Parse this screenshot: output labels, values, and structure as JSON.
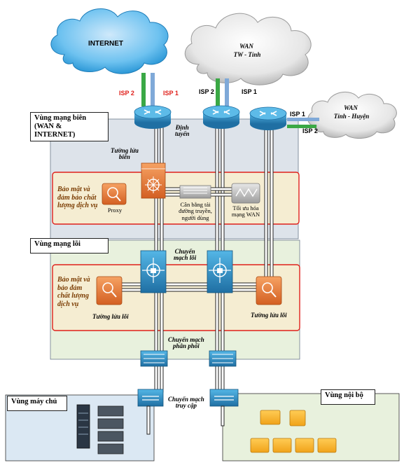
{
  "clouds": {
    "internet": "INTERNET",
    "wan_tw_line1": "WAN",
    "wan_tw_line2": "TW - Tỉnh",
    "wan_th_line1": "WAN",
    "wan_th_line2": "Tỉnh - Huyện"
  },
  "isp": {
    "internet_isp2": "ISP 2",
    "internet_isp1": "ISP 1",
    "wan_isp2": "ISP 2",
    "wan_isp1": "ISP 1",
    "th_isp1": "ISP 1",
    "th_isp2": "ISP 2"
  },
  "zones": {
    "edge_line1": "Vùng mạng biên",
    "edge_line2": "(WAN & INTERNET)",
    "core": "Vùng mạng lõi",
    "server": "Vùng máy chủ",
    "internal": "Vùng nội bộ"
  },
  "security": {
    "edge": [
      "Bảo mật và",
      "đảm bảo chất",
      "lượng dịch vụ"
    ],
    "core": [
      "Bảo mật và",
      "bảo đảm",
      "chất lượng",
      "dịch vụ"
    ]
  },
  "labels": {
    "routing": [
      "Định",
      "tuyến"
    ],
    "edge_fw": [
      "Tường lửa",
      "biên"
    ],
    "proxy": "Proxy",
    "lb": [
      "Cân bằng tải",
      "đường truyền,",
      "người dùng"
    ],
    "wan_opt": [
      "Tối ưu hóa",
      "mạng WAN"
    ],
    "core_sw": [
      "Chuyển",
      "mạch lõi"
    ],
    "core_fw_left": "Tường lửa lõi",
    "core_fw_right": "Tường lửa lõi",
    "dist_sw": [
      "Chuyển mạch",
      "phân phối"
    ],
    "access_sw": [
      "Chuyển mạch",
      "truy cập"
    ]
  },
  "colors": {
    "edge_zone": "#dde3ea",
    "core_zone": "#e8f1dd",
    "server_zone": "#dbe8f3",
    "internal_zone": "#e8f1dd",
    "security_border": "#e0201b",
    "security_fill": "#f5edd2",
    "router_blue": "#2f8fc4",
    "firewall_orange": "#e8793a",
    "isp_green": "#3aa845",
    "isp_blue": "#7fa9d8",
    "isp_red": "#e0201b"
  }
}
